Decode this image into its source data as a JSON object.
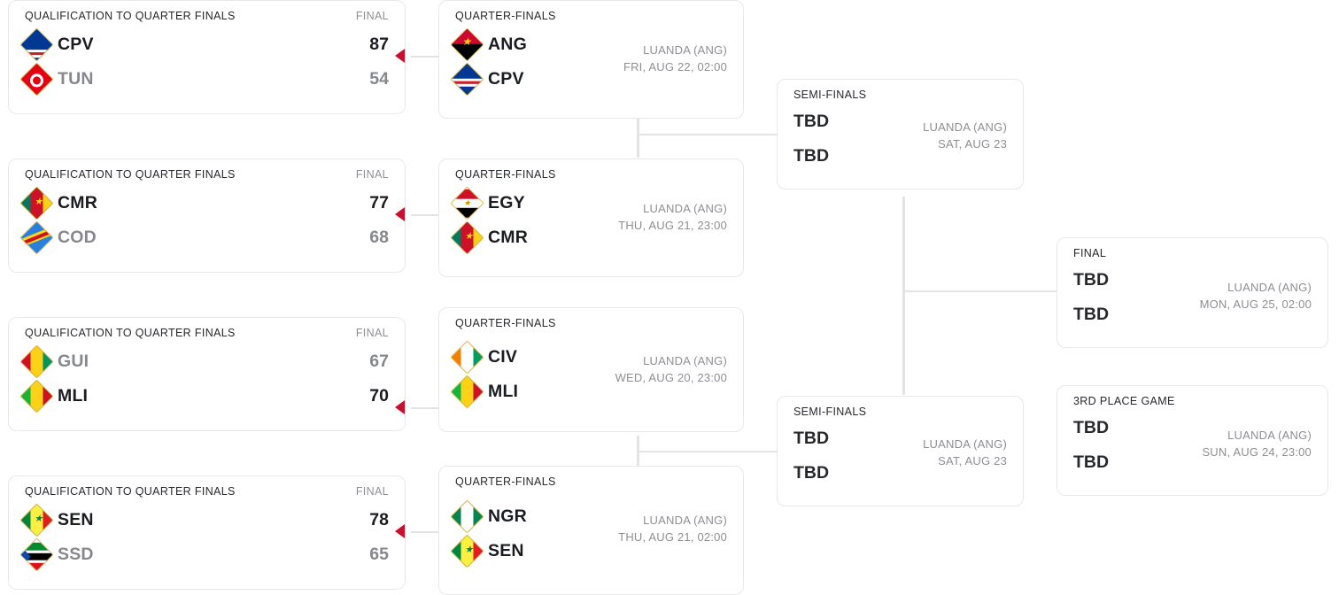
{
  "tournament": {
    "rounds": {
      "qualification": "QUALIFICATION TO QUARTER FINALS",
      "quarter_finals": "QUARTER-FINALS",
      "semi_finals": "SEMI-FINALS",
      "final": "FINAL",
      "third_place": "3RD PLACE GAME"
    },
    "status_final": "FINAL",
    "tbd": "TBD",
    "venue": "LUANDA (ANG)"
  },
  "colors": {
    "winner_text": "#1a1c21",
    "loser_text": "#86888e",
    "muted_text": "#8d8f95",
    "advance_arrow": "#c8102e",
    "connector_line": "#e3e3e4",
    "card_border": "#e8e8e9",
    "background": "#ffffff"
  },
  "qualification_games": [
    {
      "label": "QUALIFICATION TO QUARTER FINALS",
      "status": "FINAL",
      "teams": [
        {
          "abbr": "CPV",
          "score": "87",
          "winner": true,
          "flag": "cape-verde"
        },
        {
          "abbr": "TUN",
          "score": "54",
          "winner": false,
          "flag": "tunisia"
        }
      ]
    },
    {
      "label": "QUALIFICATION TO QUARTER FINALS",
      "status": "FINAL",
      "teams": [
        {
          "abbr": "CMR",
          "score": "77",
          "winner": true,
          "flag": "cameroon"
        },
        {
          "abbr": "COD",
          "score": "68",
          "winner": false,
          "flag": "dr-congo"
        }
      ]
    },
    {
      "label": "QUALIFICATION TO QUARTER FINALS",
      "status": "FINAL",
      "teams": [
        {
          "abbr": "GUI",
          "score": "67",
          "winner": false,
          "flag": "guinea"
        },
        {
          "abbr": "MLI",
          "score": "70",
          "winner": true,
          "flag": "mali"
        }
      ]
    },
    {
      "label": "QUALIFICATION TO QUARTER FINALS",
      "status": "FINAL",
      "teams": [
        {
          "abbr": "SEN",
          "score": "78",
          "winner": true,
          "flag": "senegal"
        },
        {
          "abbr": "SSD",
          "score": "65",
          "winner": false,
          "flag": "south-sudan"
        }
      ]
    }
  ],
  "quarter_finals": [
    {
      "label": "QUARTER-FINALS",
      "venue": "LUANDA (ANG)",
      "datetime": "FRI, AUG 22, 02:00",
      "teams": [
        {
          "abbr": "ANG",
          "flag": "angola"
        },
        {
          "abbr": "CPV",
          "flag": "cape-verde"
        }
      ]
    },
    {
      "label": "QUARTER-FINALS",
      "venue": "LUANDA (ANG)",
      "datetime": "THU, AUG 21, 23:00",
      "teams": [
        {
          "abbr": "EGY",
          "flag": "egypt"
        },
        {
          "abbr": "CMR",
          "flag": "cameroon"
        }
      ]
    },
    {
      "label": "QUARTER-FINALS",
      "venue": "LUANDA (ANG)",
      "datetime": "WED, AUG 20, 23:00",
      "teams": [
        {
          "abbr": "CIV",
          "flag": "ivory-coast"
        },
        {
          "abbr": "MLI",
          "flag": "mali"
        }
      ]
    },
    {
      "label": "QUARTER-FINALS",
      "venue": "LUANDA (ANG)",
      "datetime": "THU, AUG 21, 02:00",
      "teams": [
        {
          "abbr": "NGR",
          "flag": "nigeria"
        },
        {
          "abbr": "SEN",
          "flag": "senegal"
        }
      ]
    }
  ],
  "semi_finals": [
    {
      "label": "SEMI-FINALS",
      "venue": "LUANDA (ANG)",
      "datetime": "SAT, AUG 23",
      "teams": [
        {
          "abbr": "TBD"
        },
        {
          "abbr": "TBD"
        }
      ]
    },
    {
      "label": "SEMI-FINALS",
      "venue": "LUANDA (ANG)",
      "datetime": "SAT, AUG 23",
      "teams": [
        {
          "abbr": "TBD"
        },
        {
          "abbr": "TBD"
        }
      ]
    }
  ],
  "final_game": {
    "label": "FINAL",
    "venue": "LUANDA (ANG)",
    "datetime": "MON, AUG 25, 02:00",
    "teams": [
      {
        "abbr": "TBD"
      },
      {
        "abbr": "TBD"
      }
    ]
  },
  "third_place_game": {
    "label": "3RD PLACE GAME",
    "venue": "LUANDA (ANG)",
    "datetime": "SUN, AUG 24, 23:00",
    "teams": [
      {
        "abbr": "TBD"
      },
      {
        "abbr": "TBD"
      }
    ]
  }
}
